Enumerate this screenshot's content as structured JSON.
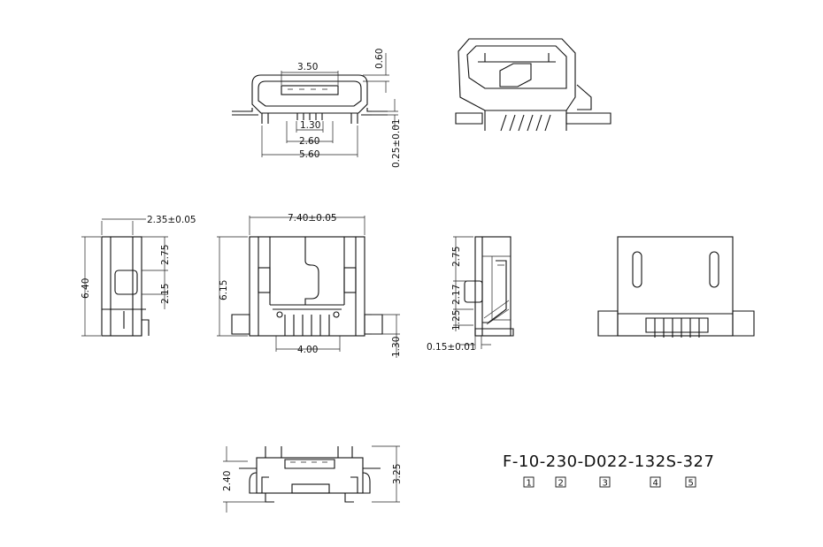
{
  "front_view": {
    "dims": {
      "width_top": "3.50",
      "height_top": "0.60",
      "inner": "1.30",
      "pin_span": "2.60",
      "overall": "5.60",
      "lead": "0.25±0.01"
    }
  },
  "side_view": {
    "dims": {
      "top": "2.35±0.05",
      "height": "6.40",
      "upper": "2.75",
      "lower": "2.15"
    }
  },
  "top_view": {
    "dims": {
      "width": "7.40±0.05",
      "height": "6.15",
      "pitch_span": "4.00",
      "tail": "1.30"
    }
  },
  "section_view": {
    "dims": {
      "upper": "2.75",
      "middle": "2.17",
      "lower": "1.25",
      "thickness": "0.15±0.01"
    }
  },
  "bottom_view": {
    "dims": {
      "left": "2.40",
      "right": "3.25"
    }
  },
  "part_number": {
    "text": "F-10-230-D022-132S-327",
    "callouts": [
      "1",
      "2",
      "3",
      "4",
      "5"
    ]
  }
}
